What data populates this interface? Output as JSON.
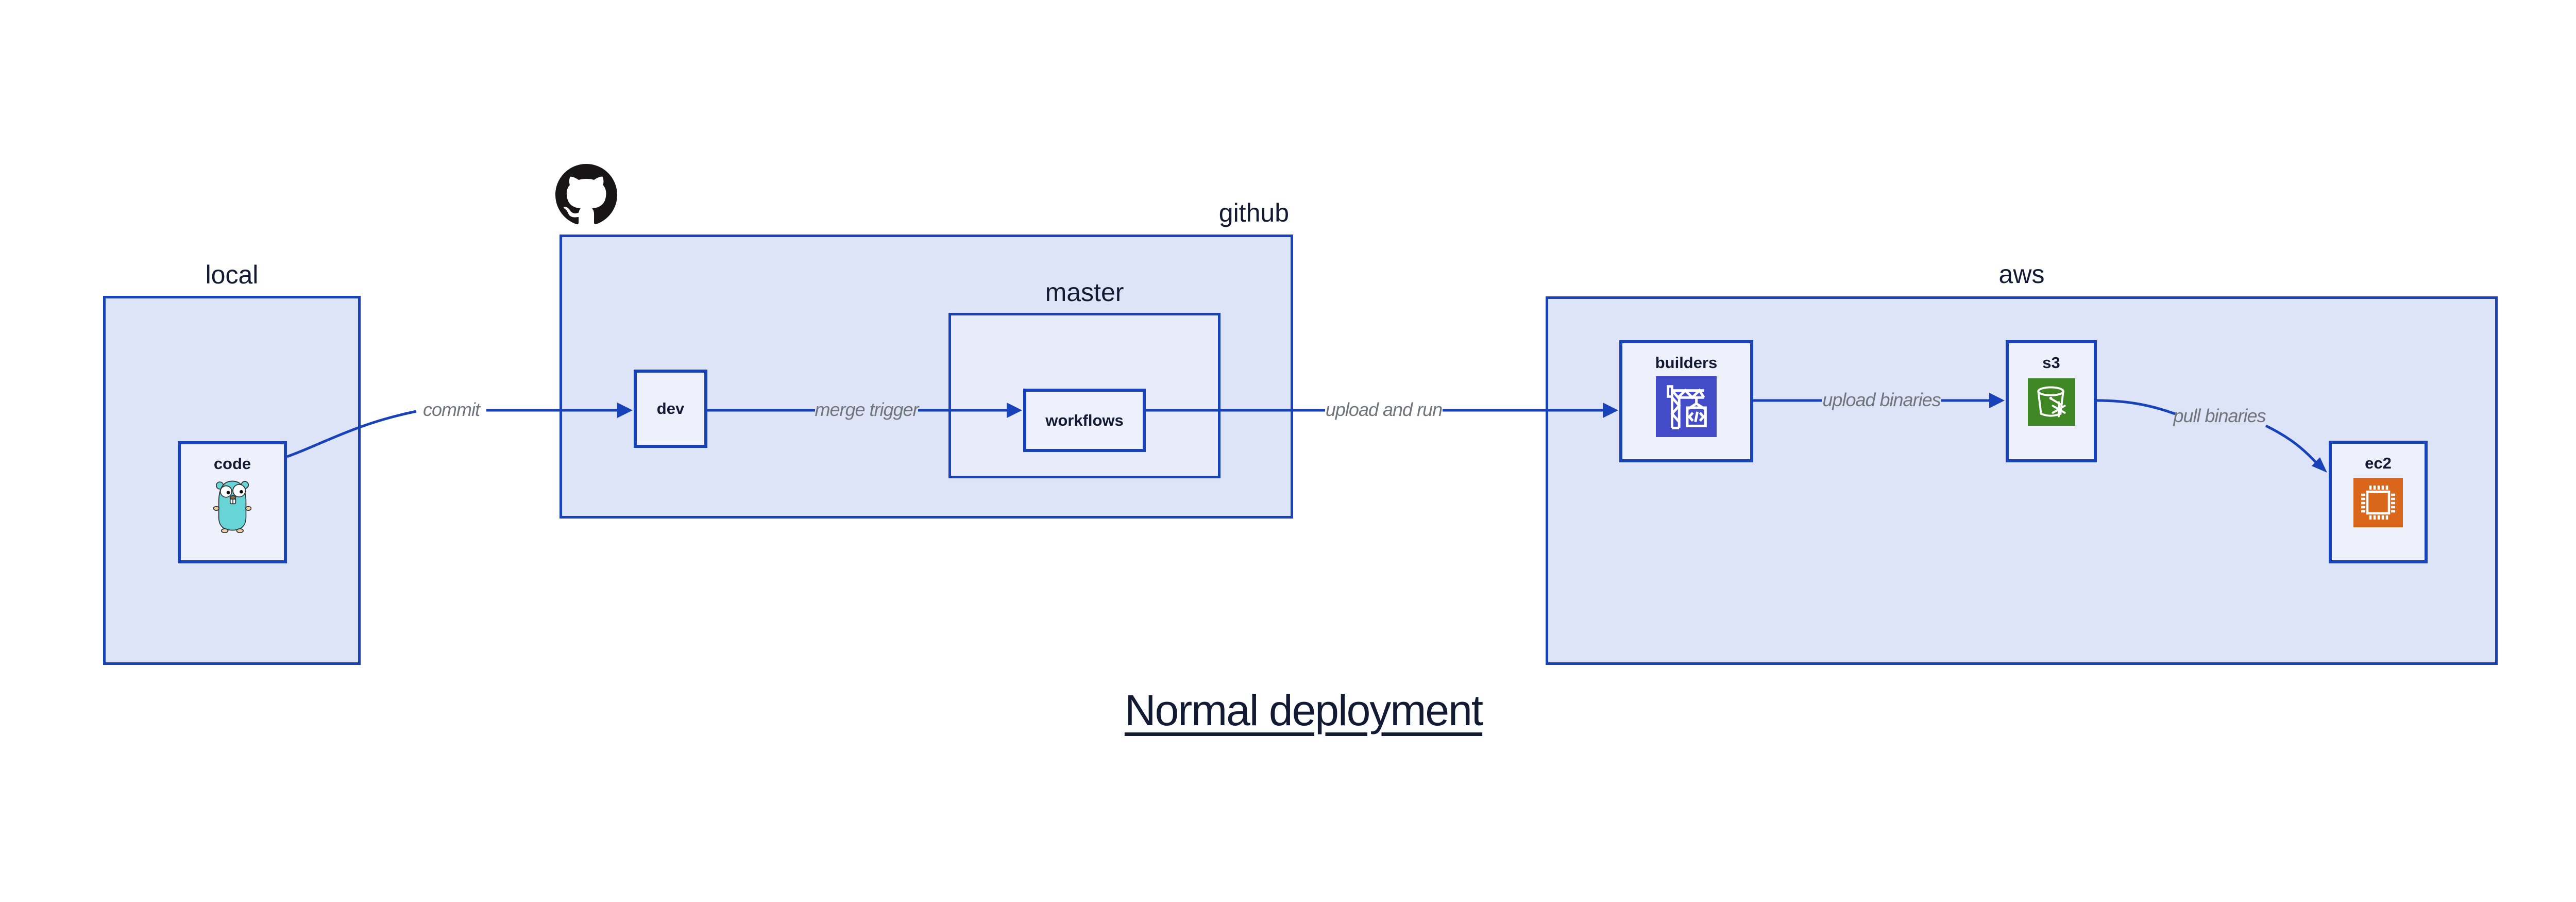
{
  "title": {
    "text": "Normal deployment"
  },
  "containers": {
    "local": {
      "label": "local"
    },
    "github": {
      "label": "github",
      "logo_icon": "github-octocat"
    },
    "master": {
      "label": "master"
    },
    "aws": {
      "label": "aws"
    }
  },
  "nodes": {
    "code": {
      "label": "code",
      "icon": "go-gopher"
    },
    "dev": {
      "label": "dev"
    },
    "workflows": {
      "label": "workflows"
    },
    "builders": {
      "label": "builders",
      "icon": "aws-codebuild-crane"
    },
    "s3": {
      "label": "s3",
      "icon": "aws-s3-bucket-snowflake"
    },
    "ec2": {
      "label": "ec2",
      "icon": "aws-ec2-chip"
    }
  },
  "edges": {
    "commit": {
      "label": "commit",
      "from": "code",
      "to": "dev"
    },
    "merge_trigger": {
      "label": "merge trigger",
      "from": "dev",
      "to": "workflows"
    },
    "upload_and_run": {
      "label": "upload and run",
      "from": "workflows",
      "to": "builders"
    },
    "upload_binaries": {
      "label": "upload binaries",
      "from": "builders",
      "to": "s3"
    },
    "pull_binaries": {
      "label": "pull binaries",
      "from": "s3",
      "to": "ec2"
    }
  },
  "colors": {
    "accent_blue": "#1742ba",
    "container_fill": "#dee4f7",
    "master_fill": "#e8ecfa",
    "node_fill": "#eef1fc",
    "label_navy": "#131a33",
    "edge_label_gray": "#70757c",
    "codebuild_indigo": "#444bc9",
    "s3_green": "#3f8624",
    "ec2_orange": "#d9661a",
    "gopher_teal": "#67d5d8",
    "github_black": "#171515"
  }
}
